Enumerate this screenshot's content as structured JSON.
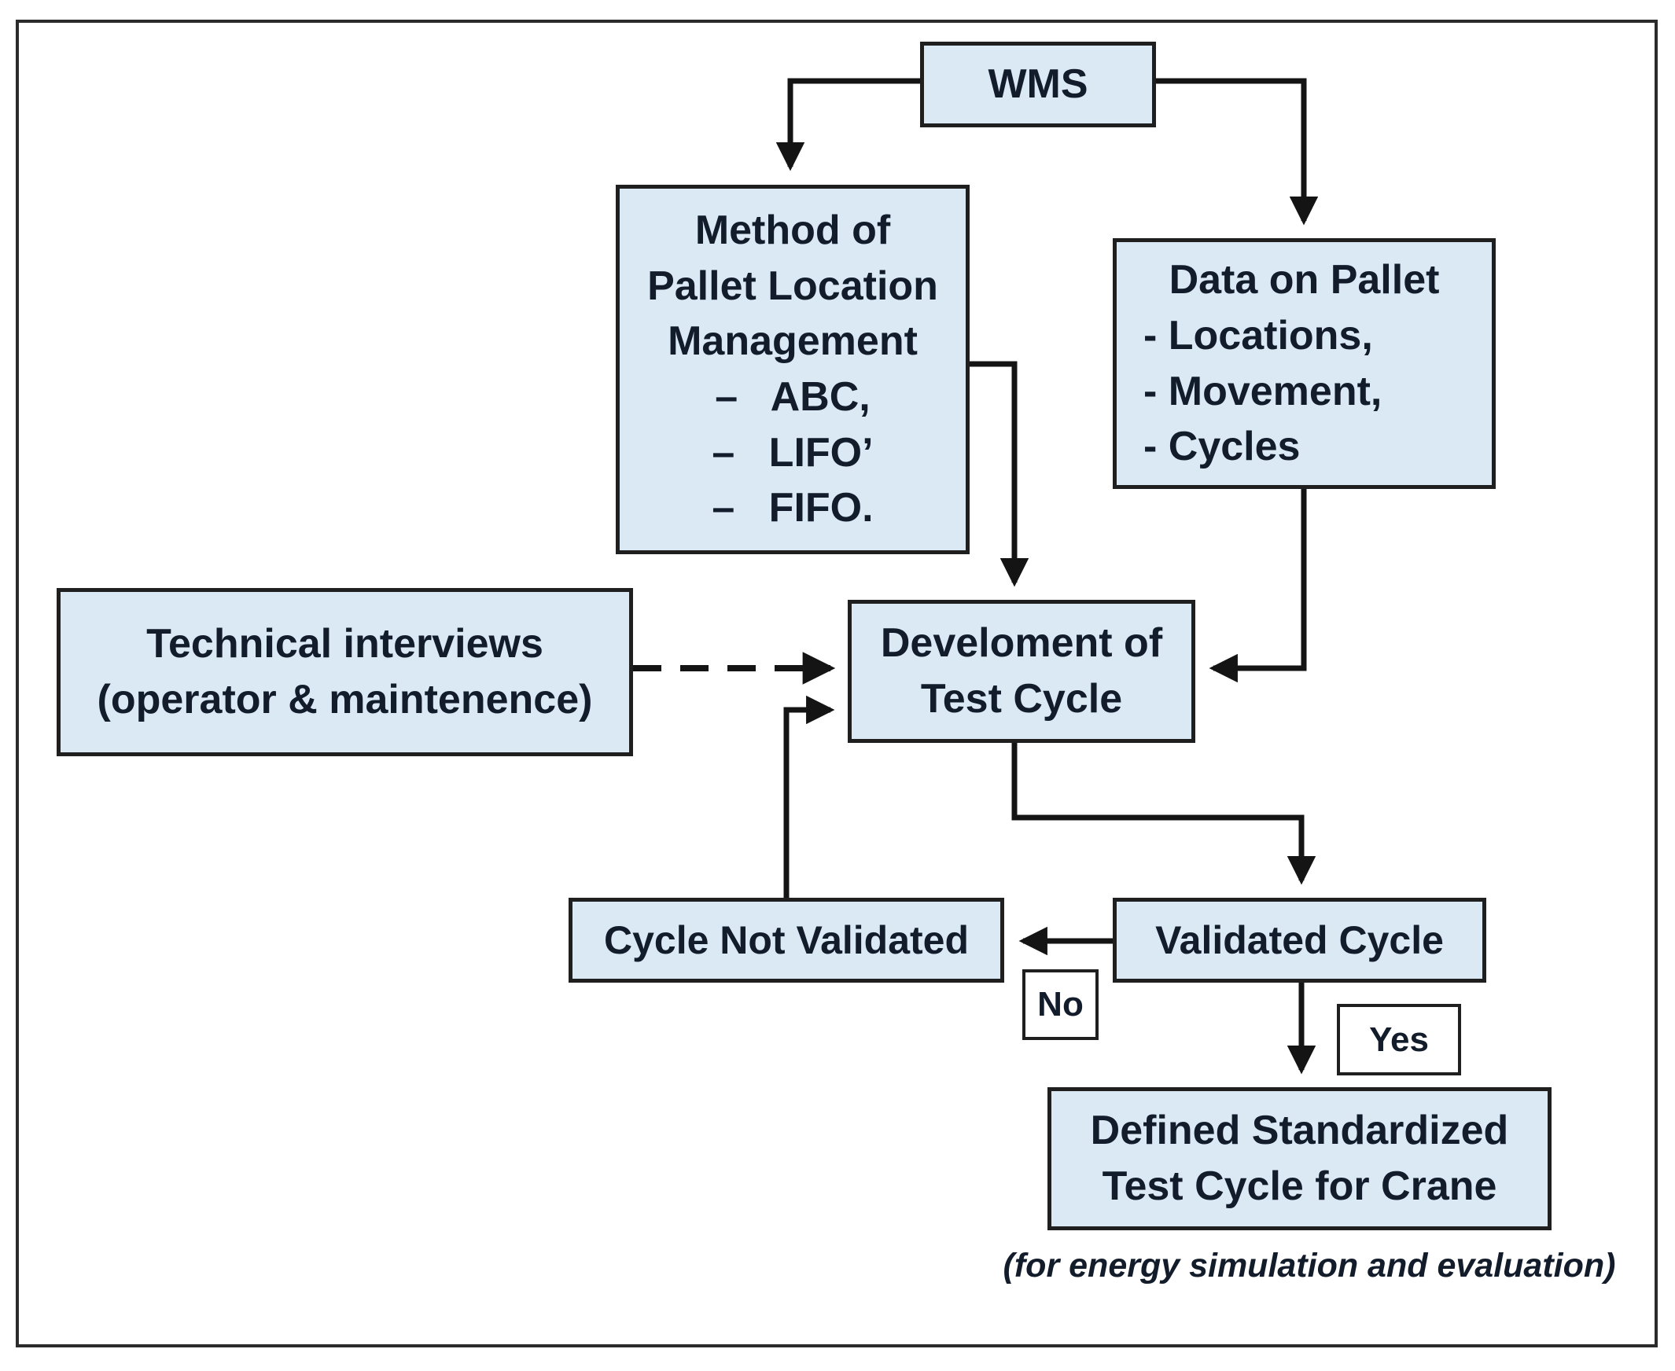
{
  "colors": {
    "box_fill": "#dbe9f5",
    "box_border": "#1f1f1f",
    "connector": "#141414",
    "text": "#121c2b",
    "background": "#ffffff"
  },
  "nodes": {
    "wms": {
      "label": "WMS"
    },
    "method": {
      "lines": [
        "Method of",
        "Pallet Location",
        "Management",
        "–   ABC,",
        "–   LIFO’",
        "–   FIFO."
      ]
    },
    "data_pallet": {
      "title": "Data on Pallet",
      "items": [
        "- Locations,",
        "- Movement,",
        "- Cycles"
      ]
    },
    "tech_interviews": {
      "line1": "Technical interviews",
      "line2": "(operator & maintenence)"
    },
    "development": {
      "line1": "Develoment of",
      "line2": "Test Cycle"
    },
    "cycle_not_validated": {
      "label": "Cycle Not Validated"
    },
    "validated_cycle": {
      "label": "Validated Cycle"
    },
    "decision_no": {
      "label": "No"
    },
    "decision_yes": {
      "label": "Yes"
    },
    "defined_cycle": {
      "line1": "Defined Standardized",
      "line2": "Test Cycle for Crane"
    },
    "caption": {
      "label": "(for energy simulation and evaluation)"
    }
  }
}
